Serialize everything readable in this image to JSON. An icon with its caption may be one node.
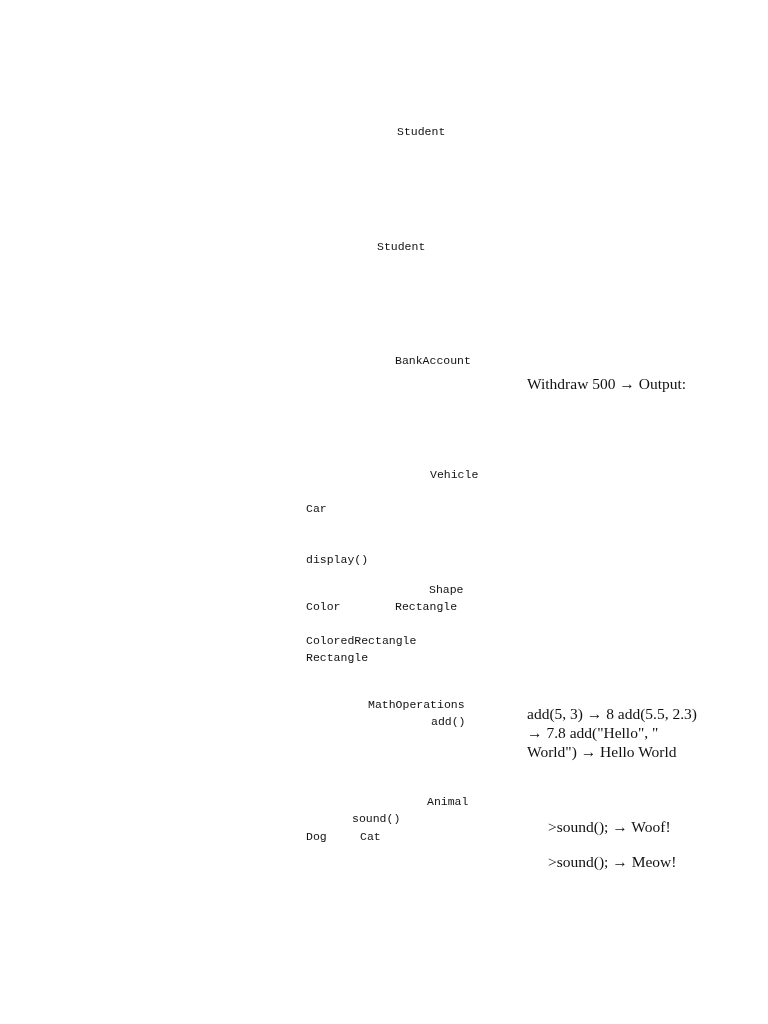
{
  "diagram": {
    "labels": [
      "Student",
      "Student",
      "BankAccount",
      "Withdraw 500 → Output:",
      "Vehicle",
      "Car",
      "display()",
      "Shape",
      "Color",
      "Rectangle",
      "ColoredRectangle",
      "Rectangle",
      "MathOperations",
      "add()",
      "add(5, 3) → 8 add(5.5, 2.3) → 7.8 add(\"Hello\", \" World\") → Hello World",
      "Animal",
      "sound()",
      "Dog",
      "Cat",
      ">sound(); → Woof!",
      ">sound(); → Meow!"
    ]
  }
}
